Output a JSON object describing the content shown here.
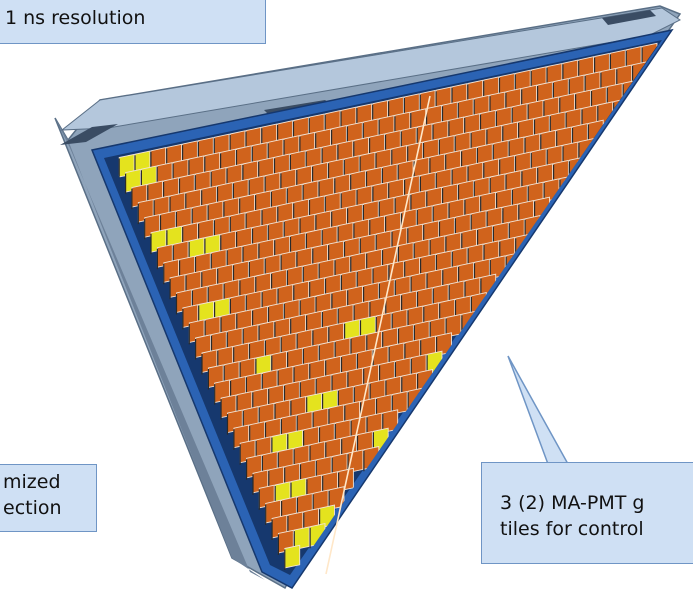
{
  "callouts": {
    "top": {
      "line1": "1 ns resolution"
    },
    "left": {
      "line1": "mized",
      "line2": "ection"
    },
    "right": {
      "line1": "3 (2) MA-PMT g",
      "line2": "tiles for control"
    }
  },
  "colors": {
    "tile_orange": "#d0631c",
    "tile_yellow": "#e4e31e",
    "frame_blue": "#2b63b4",
    "rail_steel": "#8fa4bb",
    "callout_fill": "#cfe0f4",
    "callout_border": "#6f95c5"
  }
}
